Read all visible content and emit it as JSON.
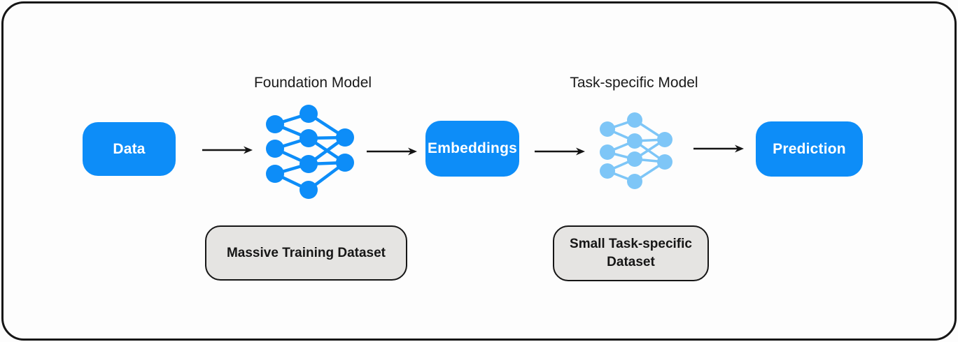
{
  "colors": {
    "primary_blue": "#0d8df8",
    "light_blue": "#7ec6f7",
    "gray_fill": "#e5e4e2",
    "border_dark": "#161616",
    "arrow_color": "#141414",
    "text_dark": "#1a1a1a",
    "text_white": "#ffffff",
    "background": "#fdfdfd"
  },
  "diagram": {
    "flow_nodes": [
      {
        "id": "data",
        "label": "Data",
        "type": "box"
      },
      {
        "id": "foundation-model",
        "label": "Foundation Model",
        "type": "neural-network-icon"
      },
      {
        "id": "embeddings",
        "label": "Embeddings",
        "type": "box"
      },
      {
        "id": "task-specific-model",
        "label": "Task-specific Model",
        "type": "neural-network-icon"
      },
      {
        "id": "prediction",
        "label": "Prediction",
        "type": "box"
      }
    ],
    "edges": [
      {
        "from": "Data",
        "to": "Foundation Model"
      },
      {
        "from": "Foundation Model",
        "to": "Embeddings"
      },
      {
        "from": "Embeddings",
        "to": "Task-specific Model"
      },
      {
        "from": "Task-specific Model",
        "to": "Prediction"
      }
    ],
    "annotations": [
      {
        "id": "massive-dataset",
        "label": "Massive Training Dataset",
        "attached_to": "foundation-model"
      },
      {
        "id": "small-dataset",
        "label": "Small Task-specific\nDataset",
        "attached_to": "task-specific-model"
      }
    ]
  }
}
